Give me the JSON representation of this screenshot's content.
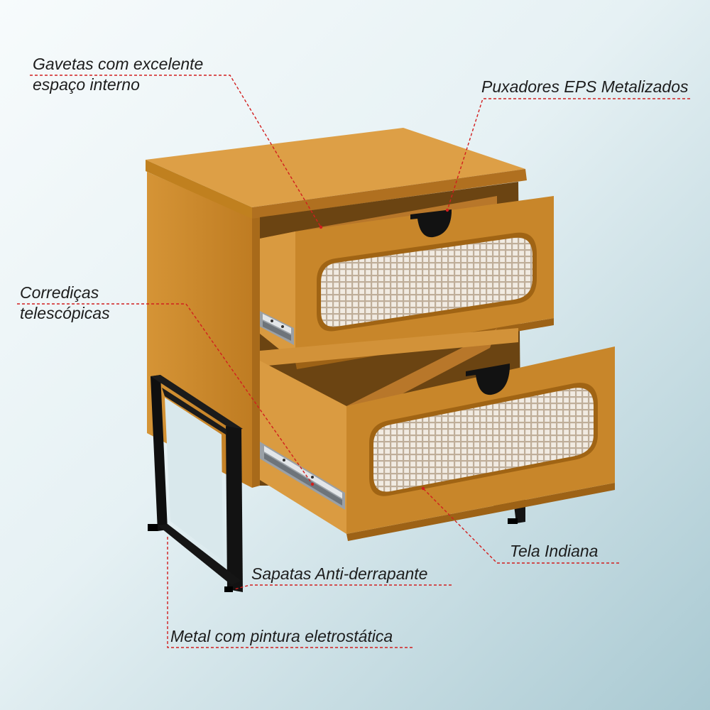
{
  "colors": {
    "wood": "#c8862a",
    "wood_light": "#dd9f46",
    "wood_dark": "#a86a1a",
    "metal": "#141414",
    "rattan": "#e7ddd1",
    "callout_line": "#d21e1e"
  },
  "product": {
    "type": "nightstand",
    "drawers": 2,
    "icons": [
      "drawer-pull-icon",
      "telescopic-slide-icon",
      "rattan-cane-panel-icon",
      "metal-leg-frame-icon"
    ]
  },
  "callouts": {
    "gavetas": {
      "line1": "Gavetas com excelente",
      "line2": "espaço interno"
    },
    "puxadores": {
      "line1": "Puxadores EPS Metalizados"
    },
    "corredicas": {
      "line1": "Corrediças",
      "line2": "telescópicas"
    },
    "tela": {
      "line1": "Tela Indiana"
    },
    "sapatas": {
      "line1": "Sapatas Anti-derrapante"
    },
    "metal": {
      "line1": "Metal com pintura eletrostática"
    }
  }
}
